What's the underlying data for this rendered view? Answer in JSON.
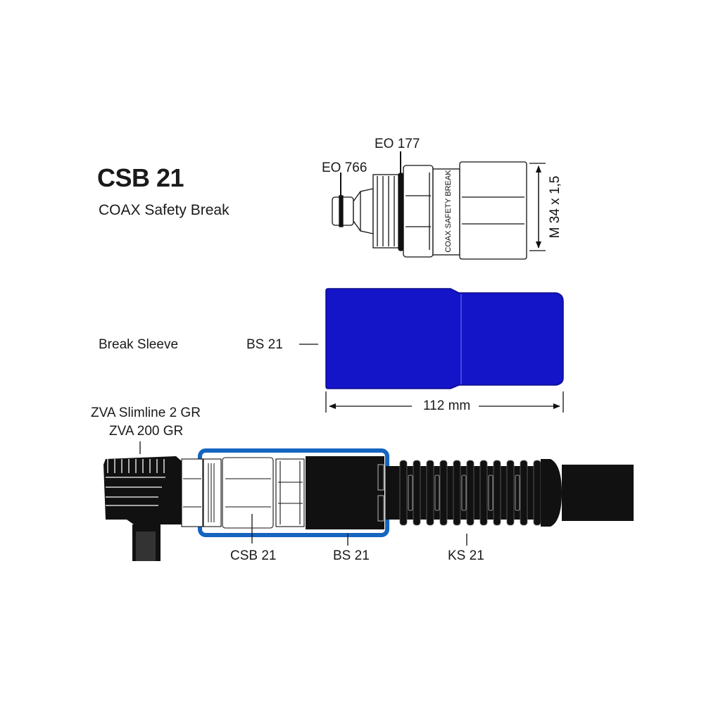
{
  "product": {
    "title": "CSB 21",
    "subtitle": "COAX Safety Break"
  },
  "coupling": {
    "label_eo177": "EO 177",
    "label_eo766": "EO 766",
    "body_text": "COAX SAFETY BREAK",
    "thread_dimension": "M 34 x 1,5"
  },
  "sleeve": {
    "name": "Break Sleeve",
    "code": "BS 21",
    "length": "112 mm",
    "color": "#1414c8"
  },
  "assembly": {
    "nozzle_label_1": "ZVA Slimline 2 GR",
    "nozzle_label_2": "ZVA 200 GR",
    "label_csb": "CSB 21",
    "label_bs": "BS 21",
    "label_ks": "KS 21",
    "sleeve_outline_color": "#1565c0"
  }
}
